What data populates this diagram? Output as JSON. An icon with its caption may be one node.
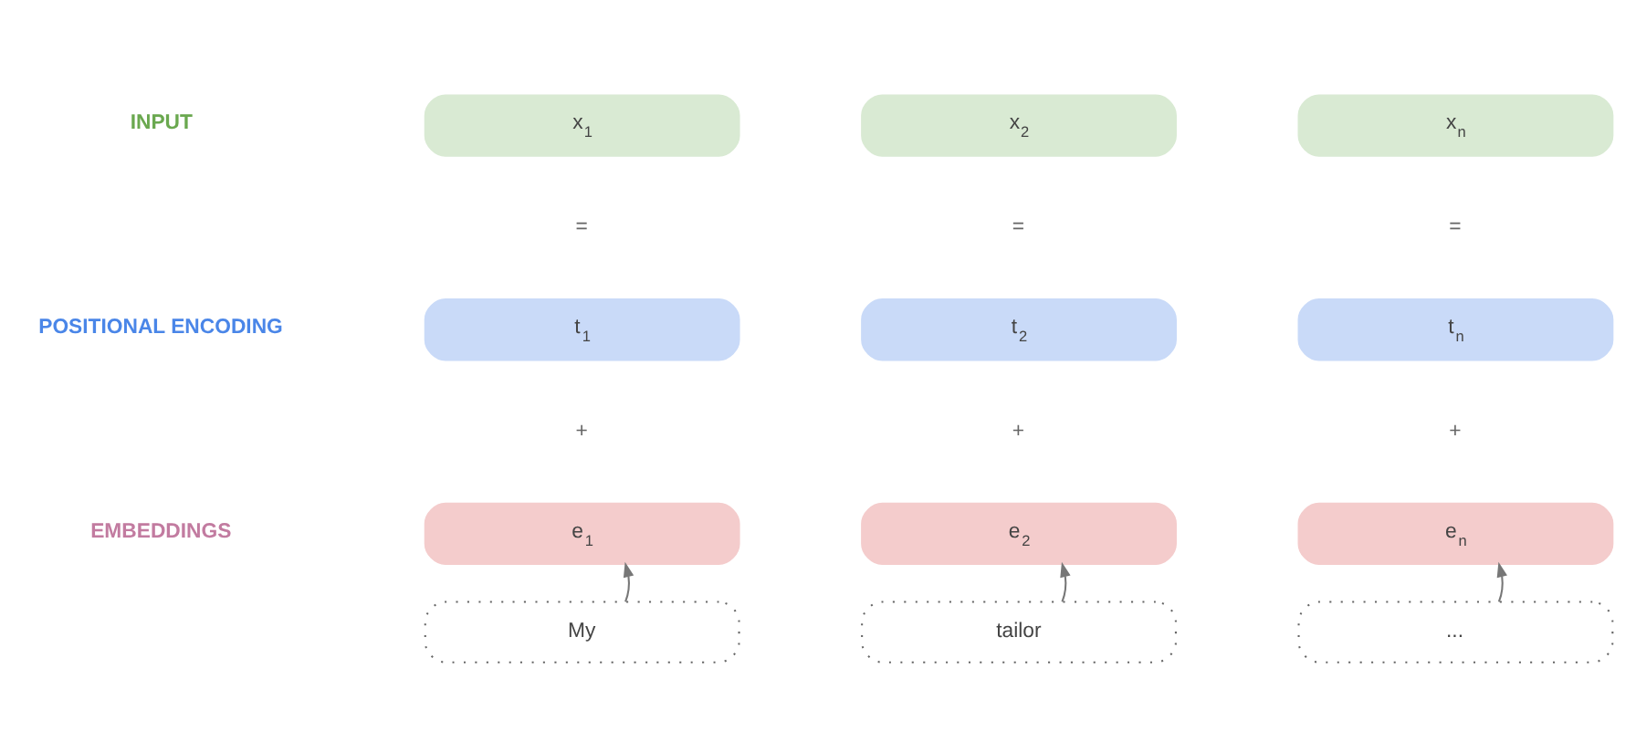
{
  "diagram": {
    "nodes": [
      {
        "text": [
          "x$_{1}$"
        ]
      },
      {
        "text": [
          "x$_{2}$"
        ]
      },
      {
        "text": [
          "x$_{n}$"
        ]
      },
      {
        "text": [
          "t$_{1}$"
        ]
      },
      {
        "text": [
          "t$_{2}$"
        ]
      },
      {
        "text": [
          "t$_{n}$"
        ]
      },
      {
        "text": [
          "e$_{1}$"
        ]
      },
      {
        "text": [
          "e$_{2}$"
        ]
      },
      {
        "text": [
          "e$_{n}$"
        ]
      },
      {
        "text": [
          "My"
        ]
      },
      {
        "text": [
          "tailor"
        ]
      },
      {
        "text": [
          "..."
        ]
      }
    ],
    "edges": [
      {
        "from": 9,
        "to": 6,
        "arrow": "to"
      },
      {
        "from": 10,
        "to": 7,
        "arrow": "to"
      },
      {
        "from": 11,
        "to": 8,
        "arrow": "to"
      }
    ],
    "labels": [
      "INPUT",
      "=",
      "=",
      "=",
      "POSITIONAL ENCODING",
      "+",
      "+",
      "+",
      "EMBEDDINGS"
    ]
  }
}
